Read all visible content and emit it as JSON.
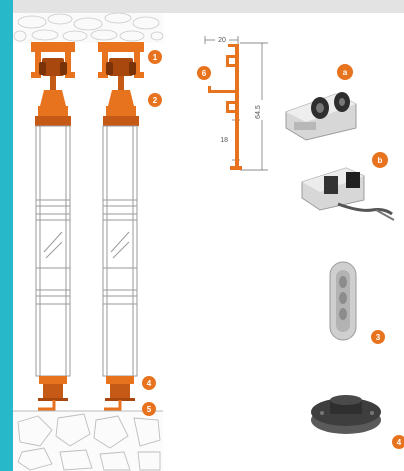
{
  "colors": {
    "accent_orange": "#e8731f",
    "cyan_edge": "#27b9c9",
    "top_bar_gray": "#e3e3e3",
    "frame_line": "#9a9a9a",
    "stone_line": "#c9c9c9",
    "hardware_gray": "#4a4a4a"
  },
  "callouts": {
    "roller_top": "1",
    "hanger_bolt": "2",
    "floor_guide": "4",
    "floor_bracket": "5",
    "track_profile": "6",
    "roller_photo_a": "a",
    "roller_photo_b": "b",
    "pull_handle": "3",
    "guide_photo": "4"
  },
  "dimensions": {
    "width_top": "20",
    "height_total": "64.5",
    "offset_lower": "18"
  },
  "icons": {
    "roller_a": "roller-carriage-icon",
    "roller_b": "roller-carriage-with-cable-icon",
    "handle": "flush-pull-handle-icon",
    "guide": "floor-guide-icon"
  }
}
